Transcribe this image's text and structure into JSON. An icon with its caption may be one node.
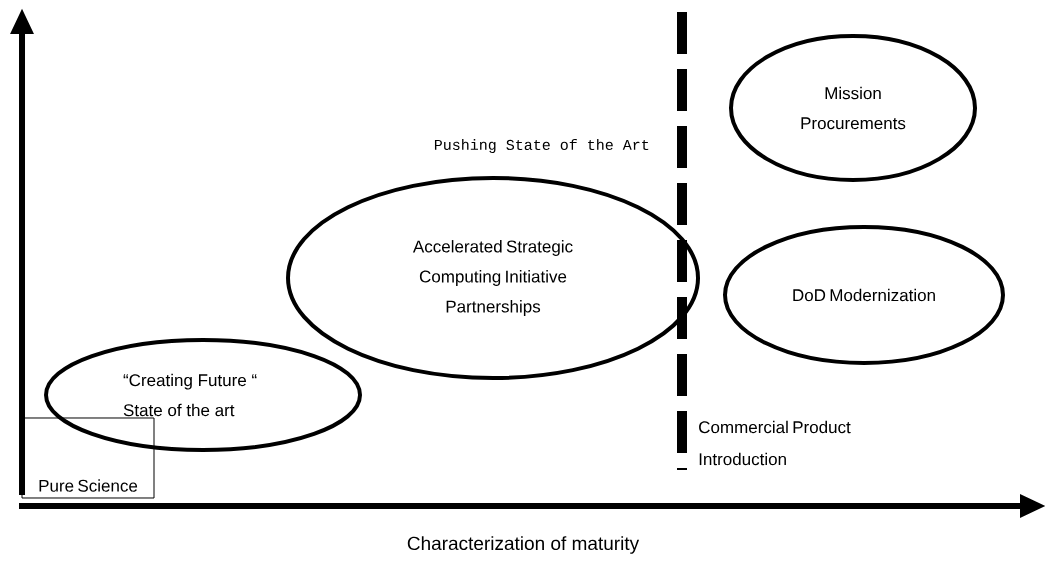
{
  "diagram": {
    "nodes": [
      {
        "text": [
          "“Creating Future “ State of the art"
        ]
      },
      {
        "text": [
          "Accelerated Strategic Computing Initiative Partnerships"
        ]
      },
      {
        "text": [
          "Mission Procurements"
        ]
      },
      {
        "text": [
          "DoD Modernization"
        ]
      },
      {
        "text": [
          "Pure Science"
        ]
      }
    ],
    "labels": [
      "Pushing State of the Art",
      "Commercial Product Introduction",
      "Characterization of maturity"
    ]
  }
}
